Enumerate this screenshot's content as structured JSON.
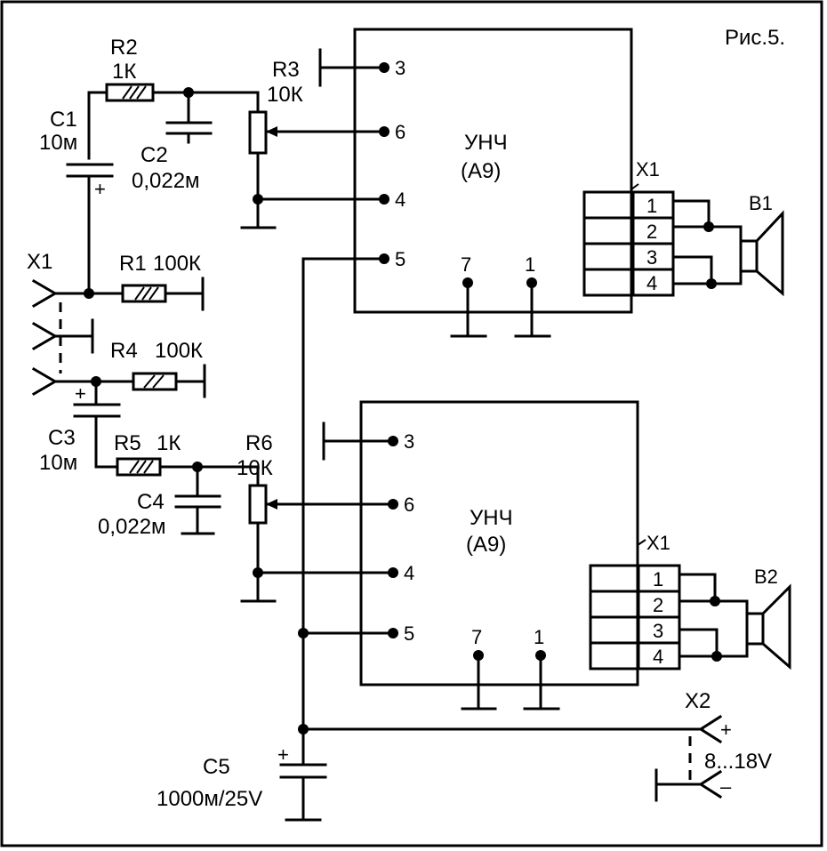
{
  "figure_label": "Рис.5.",
  "channel1": {
    "input_jack": "X1",
    "c1": {
      "ref": "C1",
      "value": "10м",
      "polarity": "+"
    },
    "r1": {
      "ref": "R1",
      "value": "100К"
    },
    "r2": {
      "ref": "R2",
      "value": "1К"
    },
    "c2": {
      "ref": "C2",
      "value": "0,022м"
    },
    "r3": {
      "ref": "R3",
      "value": "10К"
    },
    "amp": {
      "name": "УНЧ",
      "module": "(А9)",
      "connector": "X1",
      "pins": {
        "p3": "3",
        "p6": "6",
        "p4": "4",
        "p5": "5",
        "p7": "7",
        "p1": "1"
      }
    },
    "connector_pins": [
      "1",
      "2",
      "3",
      "4"
    ],
    "speaker": "B1"
  },
  "channel2": {
    "r4": {
      "ref": "R4",
      "value": "100К"
    },
    "c3": {
      "ref": "C3",
      "value": "10м",
      "polarity": "+"
    },
    "r5": {
      "ref": "R5",
      "value": "1К"
    },
    "c4": {
      "ref": "C4",
      "value": "0,022м"
    },
    "r6": {
      "ref": "R6",
      "value": "10К"
    },
    "amp": {
      "name": "УНЧ",
      "module": "(А9)",
      "connector": "X1",
      "pins": {
        "p3": "3",
        "p6": "6",
        "p4": "4",
        "p5": "5",
        "p7": "7",
        "p1": "1"
      }
    },
    "connector_pins": [
      "1",
      "2",
      "3",
      "4"
    ],
    "speaker": "B2"
  },
  "power": {
    "c5": {
      "ref": "C5",
      "value": "1000м/25V",
      "polarity": "+"
    },
    "jack": "X2",
    "voltage": "8...18V",
    "plus": "+",
    "minus": "–"
  }
}
